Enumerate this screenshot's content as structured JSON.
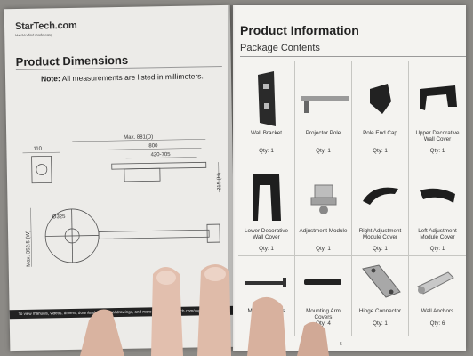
{
  "left": {
    "logo_text": "StarTech.com",
    "logo_tagline": "Hard-to-find made easy",
    "title": "Product Dimensions",
    "note_label": "Note:",
    "note_text": " All measurements are listed in millimeters.",
    "dims": {
      "width_110": "110",
      "max_depth": "Max. 881(D)",
      "d800": "800",
      "range": "420-705",
      "height": "215 (H)",
      "diameter": "Ø325",
      "max_width": "Max. 352.5 (W)"
    },
    "footer_text": "To view manuals, videos, drivers, downloads, technical drawings, and more visit www.startech.com/support"
  },
  "right": {
    "title": "Product Information",
    "subtitle": "Package Contents",
    "items": [
      {
        "name": "Wall Bracket",
        "qty": "Qty: 1"
      },
      {
        "name": "Projector Pole",
        "qty": "Qty: 1"
      },
      {
        "name": "Pole End Cap",
        "qty": "Qty: 1"
      },
      {
        "name": "Upper Decorative Wall Cover",
        "qty": "Qty: 1"
      },
      {
        "name": "Lower Decorative Wall Cover",
        "qty": "Qty: 1"
      },
      {
        "name": "Adjustment Module",
        "qty": "Qty: 1"
      },
      {
        "name": "Right Adjustment Module Cover",
        "qty": "Qty: 1"
      },
      {
        "name": "Left Adjustment Module Cover",
        "qty": "Qty: 1"
      },
      {
        "name": "Mounting Arms",
        "qty": "Qty: 4"
      },
      {
        "name": "Mounting Arm Covers",
        "qty": "Qty: 4"
      },
      {
        "name": "Hinge Connector",
        "qty": "Qty: 1"
      },
      {
        "name": "Wall Anchors",
        "qty": "Qty: 6"
      }
    ],
    "page_number": "5"
  }
}
